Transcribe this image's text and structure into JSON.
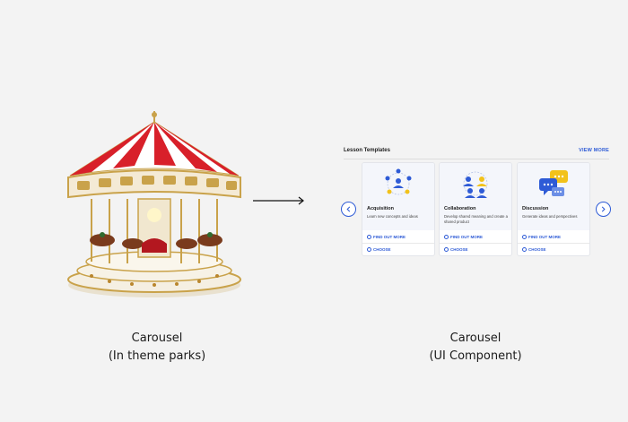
{
  "left_caption": {
    "line1": "Carousel",
    "line2": "(In theme parks)"
  },
  "right_caption": {
    "line1": "Carousel",
    "line2": "(UI Component)"
  },
  "widget": {
    "title": "Lesson Templates",
    "view_more": "VIEW MORE",
    "cards": [
      {
        "title": "Acquisition",
        "description": "Learn new concepts and ideas",
        "find_out_more": "FIND OUT MORE",
        "choose": "CHOOSE"
      },
      {
        "title": "Collaboration",
        "description": "Develop shared meaning and create a shared product",
        "find_out_more": "FIND OUT MORE",
        "choose": "CHOOSE"
      },
      {
        "title": "Discussion",
        "description": "Generate ideas and perspectives",
        "find_out_more": "FIND OUT MORE",
        "choose": "CHOOSE"
      }
    ]
  },
  "icons": {
    "left_illustration": "carousel-merry-go-round",
    "arrow": "right-arrow-icon",
    "prev": "chevron-left-icon",
    "next": "chevron-right-icon"
  },
  "colors": {
    "accent": "#2e5bd6",
    "canopy_red": "#d8202a",
    "gold": "#c9a24a",
    "yellow": "#f2c21b"
  }
}
